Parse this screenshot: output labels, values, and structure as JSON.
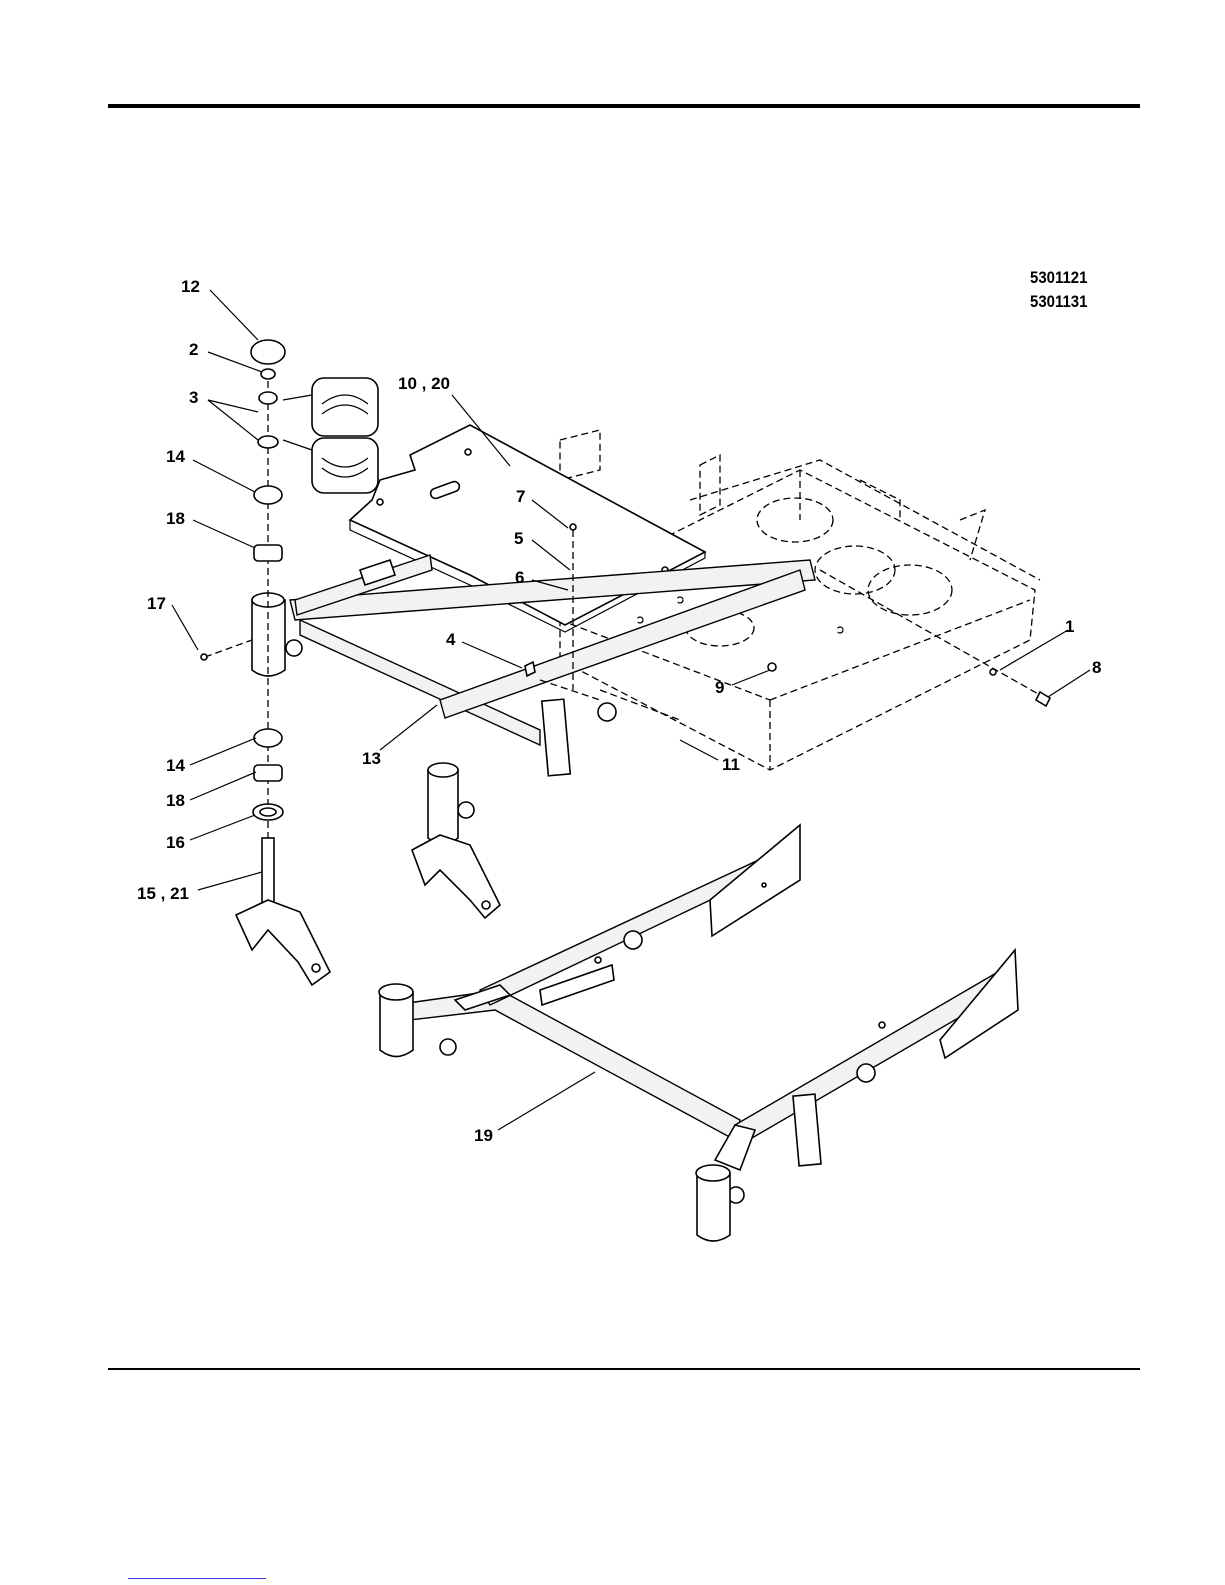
{
  "header": {
    "part_numbers": [
      "5301121",
      "5301131"
    ]
  },
  "callouts": {
    "c12": "12",
    "c2": "2",
    "c3": "3",
    "c14a": "14",
    "c18a": "18",
    "c17": "17",
    "c1020": "10 , 20",
    "c7": "7",
    "c5": "5",
    "c6": "6",
    "c4": "4",
    "c13": "13",
    "c14b": "14",
    "c18b": "18",
    "c16": "16",
    "c1521": "15 , 21",
    "c1": "1",
    "c8": "8",
    "c9": "9",
    "c11": "11",
    "c19": "19"
  }
}
